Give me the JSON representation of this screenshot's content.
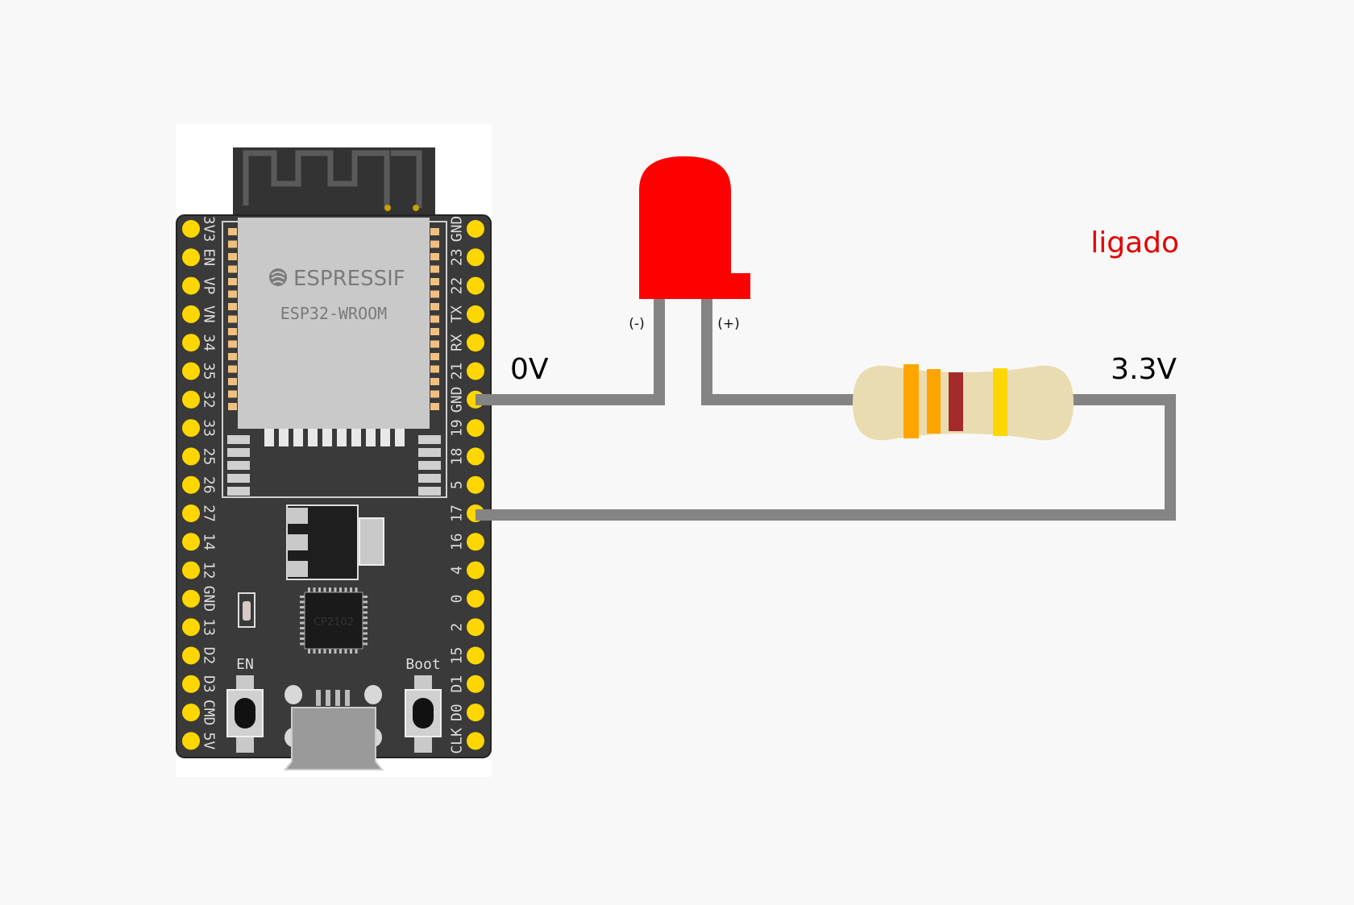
{
  "board": {
    "brand": "ESPRESSIF",
    "module": "ESP32-WROOM",
    "chip": "CP2102",
    "button_en": "EN",
    "button_boot": "Boot",
    "left_pins": [
      "3V3",
      "EN",
      "VP",
      "VN",
      "34",
      "35",
      "32",
      "33",
      "25",
      "26",
      "27",
      "14",
      "12",
      "GND",
      "13",
      "D2",
      "D3",
      "CMD",
      "5V"
    ],
    "right_pins": [
      "GND",
      "23",
      "22",
      "TX",
      "RX",
      "21",
      "GND",
      "19",
      "18",
      "5",
      "17",
      "16",
      "4",
      "0",
      "2",
      "15",
      "D1",
      "D0",
      "CLK"
    ]
  },
  "labels": {
    "gnd_voltage": "0V",
    "supply_voltage": "3.3V",
    "status": "ligado",
    "led_negative": "(-)",
    "led_positive": "(+)"
  },
  "colors": {
    "board": "#3a3a3a",
    "pin": "#ffd700",
    "wire": "#848484",
    "led": "#ff0000",
    "status_text": "#e00000",
    "resistor_body": "#e9dcb0",
    "band_1": "#ffa500",
    "band_2": "#ffa500",
    "band_3": "#a52a2a",
    "band_4": "#ffd700"
  }
}
